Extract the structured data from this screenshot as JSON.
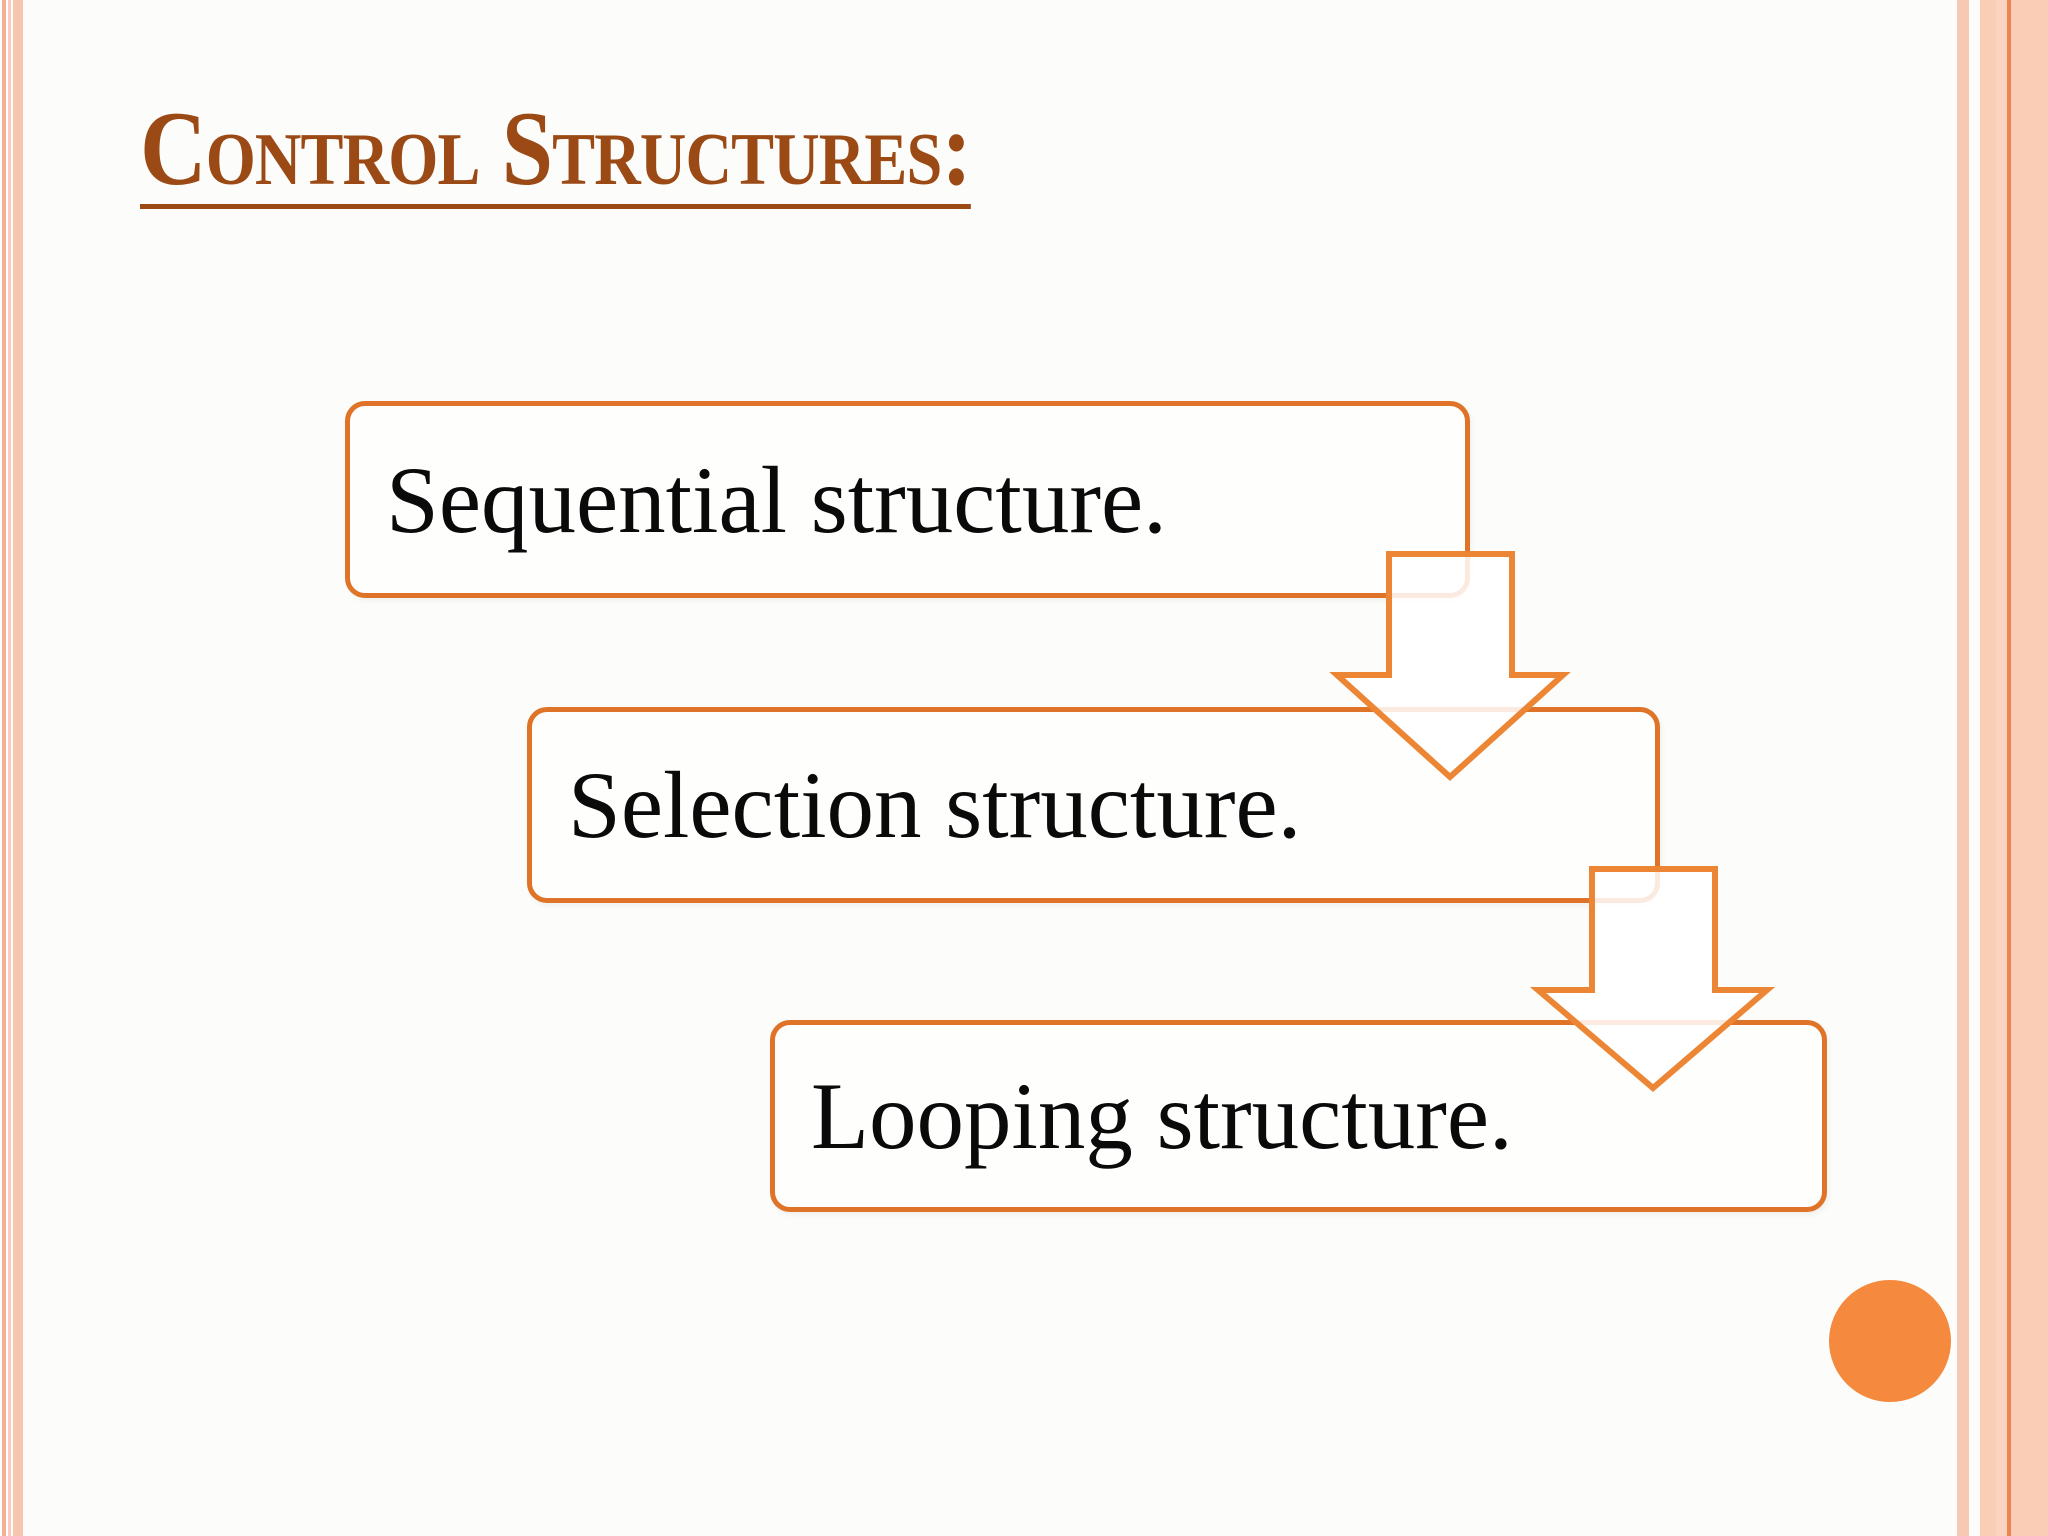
{
  "slide": {
    "title": "Control Structures:",
    "boxes": [
      {
        "label": "Sequential structure."
      },
      {
        "label": "Selection structure."
      },
      {
        "label": "Looping structure."
      }
    ],
    "arrows": [
      {
        "name": "down-arrow-1"
      },
      {
        "name": "down-arrow-2"
      }
    ],
    "colors": {
      "title_text": "#9b4a16",
      "box_border": "#df7428",
      "box_fill": "#fefefd",
      "box_text": "#0a0a0a",
      "arrow_outline": "#ed8634",
      "accent_circle": "#f5893e",
      "side_stripe_peach": "#f8c6ae",
      "side_stripe_pink": "#f3b097",
      "side_stripe_dark_line": "#eb8650",
      "background": "#fcfdfa"
    }
  }
}
